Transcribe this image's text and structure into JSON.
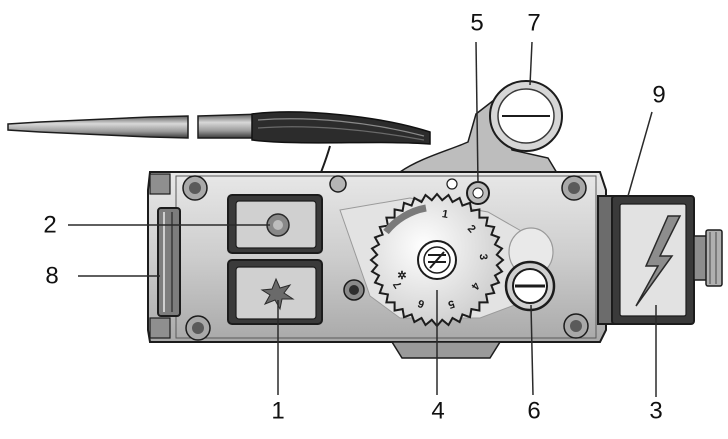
{
  "diagram": {
    "callouts": [
      {
        "id": "1",
        "label": "1"
      },
      {
        "id": "2",
        "label": "2"
      },
      {
        "id": "3",
        "label": "3"
      },
      {
        "id": "4",
        "label": "4"
      },
      {
        "id": "5",
        "label": "5"
      },
      {
        "id": "6",
        "label": "6"
      },
      {
        "id": "7",
        "label": "7"
      },
      {
        "id": "8",
        "label": "8"
      },
      {
        "id": "9",
        "label": "9"
      }
    ],
    "dial_scale": [
      "1",
      "2",
      "3",
      "4",
      "5",
      "6",
      "7"
    ],
    "colors": {
      "body": "#cfcfcf",
      "outline": "#1c1c1c",
      "shadow": "#8a8a8a",
      "highlight": "#f2f2f2"
    },
    "icons": {
      "button_top": "round-indicator-icon",
      "button_bottom": "flame-star-icon",
      "ignition_panel": "lightning-bolt-icon",
      "dial_center": "thermostat-knob-icon"
    }
  }
}
